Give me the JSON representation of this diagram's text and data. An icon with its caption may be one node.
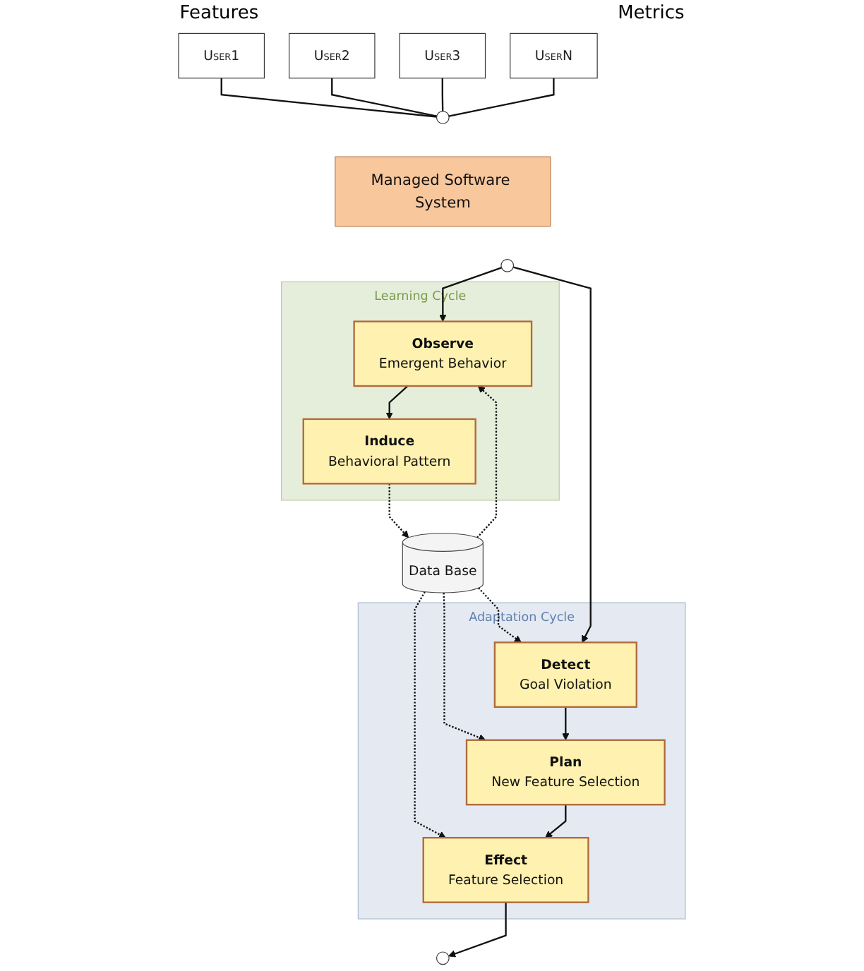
{
  "diagram": {
    "nodes": [
      {
        "text": [
          "User1"
        ]
      },
      {
        "text": [
          "User2"
        ]
      },
      {
        "text": [
          "User3"
        ]
      },
      {
        "text": [
          "UserN"
        ]
      },
      {
        "text": [],
        "shape": "circle"
      },
      {
        "text": [
          "Managed Software System"
        ]
      },
      {
        "text": [],
        "shape": "circle"
      },
      {
        "text": [],
        "shape": "circle"
      },
      {
        "text": [
          "Learning Cycle"
        ]
      },
      {
        "text": [
          "Induce",
          "Behavioral Pattern"
        ],
        "in": 8
      },
      {
        "text": [
          "Observe",
          "Emergent Behavior"
        ],
        "in": 8
      },
      {
        "text": [
          "Data Base"
        ]
      },
      {
        "text": [
          "Adaptation Cycle"
        ]
      },
      {
        "text": [
          "Effect",
          "Feature Selection"
        ],
        "in": 12
      },
      {
        "text": [
          "Detect",
          "Goal Violation"
        ],
        "in": 12
      },
      {
        "text": [
          "Plan",
          "New Feature Selection"
        ],
        "in": 12
      }
    ],
    "edges": [
      {
        "from": 0,
        "to": 4,
        "arrow": "none"
      },
      {
        "from": 1,
        "to": 4,
        "arrow": "none"
      },
      {
        "from": 2,
        "to": 4,
        "arrow": "none"
      },
      {
        "from": 3,
        "to": 4,
        "arrow": "none"
      },
      {
        "from": 7,
        "to": 10,
        "arrow": "to"
      },
      {
        "from": 10,
        "to": 9,
        "arrow": "to"
      },
      {
        "from": 9,
        "to": 11,
        "arrow": "to",
        "style": "dashed"
      },
      {
        "from": 11,
        "to": 10,
        "arrow": "to",
        "style": "dashed"
      },
      {
        "from": 7,
        "to": 14,
        "arrow": "to"
      },
      {
        "from": 11,
        "to": 13,
        "arrow": "to",
        "style": "dashed"
      },
      {
        "from": 11,
        "to": 15,
        "arrow": "to",
        "style": "dashed"
      },
      {
        "from": 11,
        "to": 14,
        "arrow": "to",
        "style": "dashed"
      },
      {
        "from": 14,
        "to": 15,
        "arrow": "to"
      },
      {
        "from": 15,
        "to": 13,
        "arrow": "to"
      },
      {
        "from": 13,
        "to": 6,
        "arrow": "to"
      }
    ],
    "labels": [
      "Features",
      "Metrics"
    ]
  }
}
